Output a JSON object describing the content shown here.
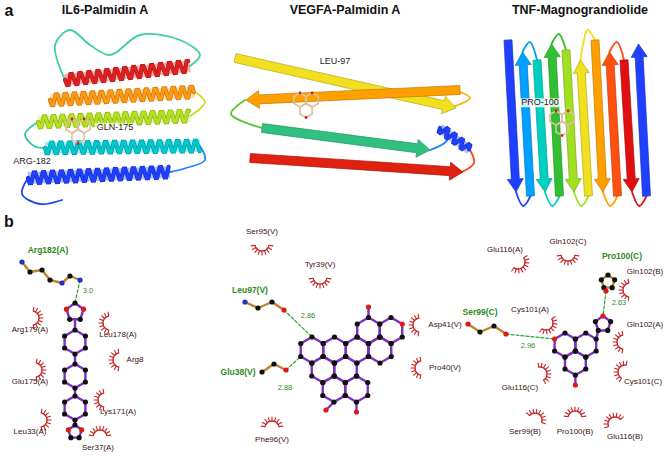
{
  "diagram": {
    "labels": [
      "a",
      "IL6-Palmidin A",
      "VEGFA-Palmidin A",
      "TNF-Magnograndiolide",
      "GLN-175",
      "ARG-182",
      "LEU-97",
      "PRO-100",
      "b",
      "Arg182(A)",
      "3.0",
      "Arg179(A)",
      "Leu178(A)",
      "Arg8",
      "Glu175(A)",
      "Lys171(A)",
      "Leu33(A)",
      "Ser37(A)",
      "Ser95(V)",
      "Tyr39(V)",
      "Leu97(V)",
      "Glu38(V)",
      "Asp41(V)",
      "Pro40(V)",
      "Phe96(V)",
      "2.86",
      "2.88",
      "Glu116(A)",
      "Gln102(C)",
      "Pro100(C)",
      "Gln102(B)",
      "Ser99(C)",
      "Cys101(A)",
      "Gln102(A)",
      "Glu116(C)",
      "Cys101(C)",
      "Ser99(B)",
      "Pro100(B)",
      "Glu116(B)",
      "2.96",
      "2.63"
    ]
  }
}
